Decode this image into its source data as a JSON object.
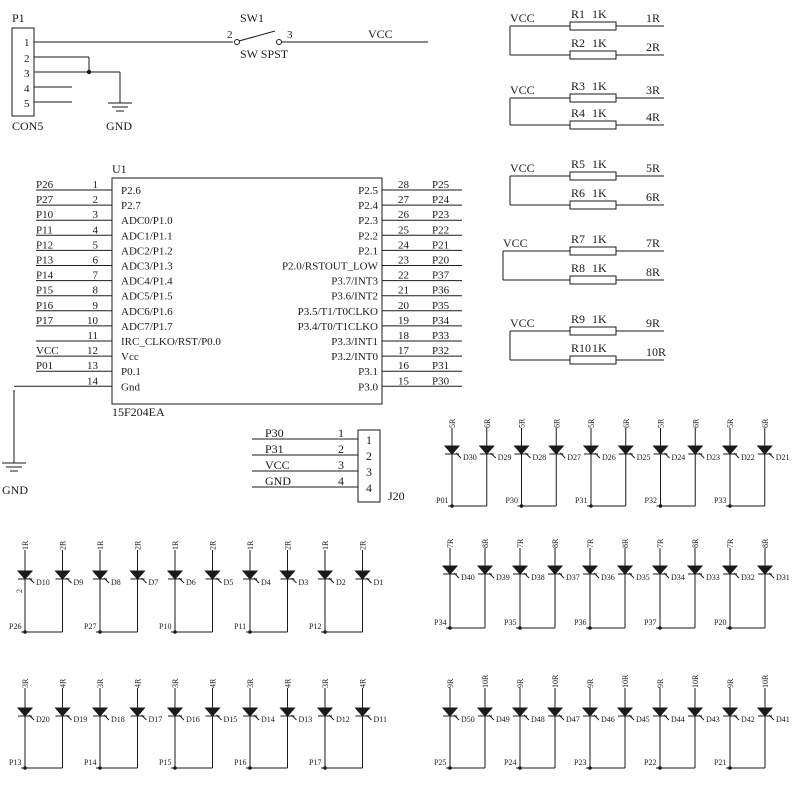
{
  "p1": {
    "ref": "P1",
    "value": "CON5",
    "pins": [
      "1",
      "2",
      "3",
      "4",
      "5"
    ],
    "gnd": "GND"
  },
  "sw1": {
    "ref": "SW1",
    "value": "SW SPST",
    "pin_left": "2",
    "pin_right": "3",
    "net": "VCC"
  },
  "resistor_groups": [
    {
      "vcc": "VCC",
      "resistors": [
        {
          "ref": "R1",
          "value": "1K",
          "net": "1R"
        },
        {
          "ref": "R2",
          "value": "1K",
          "net": "2R"
        }
      ]
    },
    {
      "vcc": "VCC",
      "resistors": [
        {
          "ref": "R3",
          "value": "1K",
          "net": "3R"
        },
        {
          "ref": "R4",
          "value": "1K",
          "net": "4R"
        }
      ]
    },
    {
      "vcc": "VCC",
      "resistors": [
        {
          "ref": "R5",
          "value": "1K",
          "net": "5R"
        },
        {
          "ref": "R6",
          "value": "1K",
          "net": "6R"
        }
      ]
    },
    {
      "vcc": "VCC",
      "resistors": [
        {
          "ref": "R7",
          "value": "1K",
          "net": "7R"
        },
        {
          "ref": "R8",
          "value": "1K",
          "net": "8R"
        }
      ]
    },
    {
      "vcc": "VCC",
      "resistors": [
        {
          "ref": "R9",
          "value": "1K",
          "net": "9R"
        },
        {
          "ref": "R10",
          "value": "1K",
          "net": "10R"
        }
      ]
    }
  ],
  "u1": {
    "ref": "U1",
    "value": "15F204EA",
    "gnd": "GND",
    "left": [
      {
        "net": "P26",
        "num": "1",
        "name": "P2.6"
      },
      {
        "net": "P27",
        "num": "2",
        "name": "P2.7"
      },
      {
        "net": "P10",
        "num": "3",
        "name": "ADC0/P1.0"
      },
      {
        "net": "P11",
        "num": "4",
        "name": "ADC1/P1.1"
      },
      {
        "net": "P12",
        "num": "5",
        "name": "ADC2/P1.2"
      },
      {
        "net": "P13",
        "num": "6",
        "name": "ADC3/P1.3"
      },
      {
        "net": "P14",
        "num": "7",
        "name": "ADC4/P1.4"
      },
      {
        "net": "P15",
        "num": "8",
        "name": "ADC5/P1.5"
      },
      {
        "net": "P16",
        "num": "9",
        "name": "ADC6/P1.6"
      },
      {
        "net": "P17",
        "num": "10",
        "name": "ADC7/P1.7"
      },
      {
        "net": "",
        "num": "11",
        "name": "IRC_CLKO/RST/P0.0"
      },
      {
        "net": "VCC",
        "num": "12",
        "name": "Vcc"
      },
      {
        "net": "P01",
        "num": "13",
        "name": "P0.1"
      },
      {
        "net": "",
        "num": "14",
        "name": "Gnd"
      }
    ],
    "right": [
      {
        "num": "28",
        "name": "P2.5",
        "net": "P25"
      },
      {
        "num": "27",
        "name": "P2.4",
        "net": "P24"
      },
      {
        "num": "26",
        "name": "P2.3",
        "net": "P23"
      },
      {
        "num": "25",
        "name": "P2.2",
        "net": "P22"
      },
      {
        "num": "24",
        "name": "P2.1",
        "net": "P21"
      },
      {
        "num": "23",
        "name": "P2.0/RSTOUT_LOW",
        "net": "P20"
      },
      {
        "num": "22",
        "name": "P3.7/INT3",
        "net": "P37"
      },
      {
        "num": "21",
        "name": "P3.6/INT2",
        "net": "P36"
      },
      {
        "num": "20",
        "name": "P3.5/T1/T0CLKO",
        "net": "P35"
      },
      {
        "num": "19",
        "name": "P3.4/T0/T1CLKO",
        "net": "P34"
      },
      {
        "num": "18",
        "name": "P3.3/INT1",
        "net": "P33"
      },
      {
        "num": "17",
        "name": "P3.2/INT0",
        "net": "P32"
      },
      {
        "num": "16",
        "name": "P3.1",
        "net": "P31"
      },
      {
        "num": "15",
        "name": "P3.0",
        "net": "P30"
      }
    ]
  },
  "j20": {
    "ref": "J20",
    "rows": [
      {
        "net": "P30",
        "num": "1",
        "pin": "1"
      },
      {
        "net": "P31",
        "num": "2",
        "pin": "2"
      },
      {
        "net": "VCC",
        "num": "3",
        "pin": "3"
      },
      {
        "net": "GND",
        "num": "4",
        "pin": "4"
      }
    ]
  },
  "led_banks": [
    {
      "pairs": [
        {
          "a": "5R",
          "b": "6R",
          "d1": "D30",
          "d2": "D29",
          "port": "P01"
        },
        {
          "a": "5R",
          "b": "6R",
          "d1": "D28",
          "d2": "D27",
          "port": "P30"
        },
        {
          "a": "5R",
          "b": "6R",
          "d1": "D26",
          "d2": "D25",
          "port": "P31"
        },
        {
          "a": "5R",
          "b": "6R",
          "d1": "D24",
          "d2": "D23",
          "port": "P32"
        },
        {
          "a": "5R",
          "b": "6R",
          "d1": "D22",
          "d2": "D21",
          "port": "P33"
        }
      ]
    },
    {
      "pairs": [
        {
          "a": "1R",
          "b": "2R",
          "d1": "D10",
          "d2": "D9",
          "port": "P26",
          "extra": "2"
        },
        {
          "a": "1R",
          "b": "2R",
          "d1": "D8",
          "d2": "D7",
          "port": "P27"
        },
        {
          "a": "1R",
          "b": "2R",
          "d1": "D6",
          "d2": "D5",
          "port": "P10"
        },
        {
          "a": "1R",
          "b": "2R",
          "d1": "D4",
          "d2": "D3",
          "port": "P11"
        },
        {
          "a": "1R",
          "b": "2R",
          "d1": "D2",
          "d2": "D1",
          "port": "P12"
        }
      ]
    },
    {
      "pairs": [
        {
          "a": "7R",
          "b": "8R",
          "d1": "D40",
          "d2": "D39",
          "port": "P34"
        },
        {
          "a": "7R",
          "b": "8R",
          "d1": "D38",
          "d2": "D37",
          "port": "P35"
        },
        {
          "a": "7R",
          "b": "8R",
          "d1": "D36",
          "d2": "D35",
          "port": "P36"
        },
        {
          "a": "7R",
          "b": "8R",
          "d1": "D34",
          "d2": "D33",
          "port": "P37"
        },
        {
          "a": "7R",
          "b": "8R",
          "d1": "D32",
          "d2": "D31",
          "port": "P20"
        }
      ]
    },
    {
      "pairs": [
        {
          "a": "3R",
          "b": "4R",
          "d1": "D20",
          "d2": "D19",
          "port": "P13"
        },
        {
          "a": "3R",
          "b": "4R",
          "d1": "D18",
          "d2": "D17",
          "port": "P14"
        },
        {
          "a": "3R",
          "b": "4R",
          "d1": "D16",
          "d2": "D15",
          "port": "P15"
        },
        {
          "a": "3R",
          "b": "4R",
          "d1": "D14",
          "d2": "D13",
          "port": "P16"
        },
        {
          "a": "3R",
          "b": "4R",
          "d1": "D12",
          "d2": "D11",
          "port": "P17"
        }
      ]
    },
    {
      "pairs": [
        {
          "a": "9R",
          "b": "10R",
          "d1": "D50",
          "d2": "D49",
          "port": "P25"
        },
        {
          "a": "9R",
          "b": "10R",
          "d1": "D48",
          "d2": "D47",
          "port": "P24"
        },
        {
          "a": "9R",
          "b": "10R",
          "d1": "D46",
          "d2": "D45",
          "port": "P23"
        },
        {
          "a": "9R",
          "b": "10R",
          "d1": "D44",
          "d2": "D43",
          "port": "P22"
        },
        {
          "a": "9R",
          "b": "10R",
          "d1": "D42",
          "d2": "D41",
          "port": "P21"
        }
      ]
    }
  ]
}
